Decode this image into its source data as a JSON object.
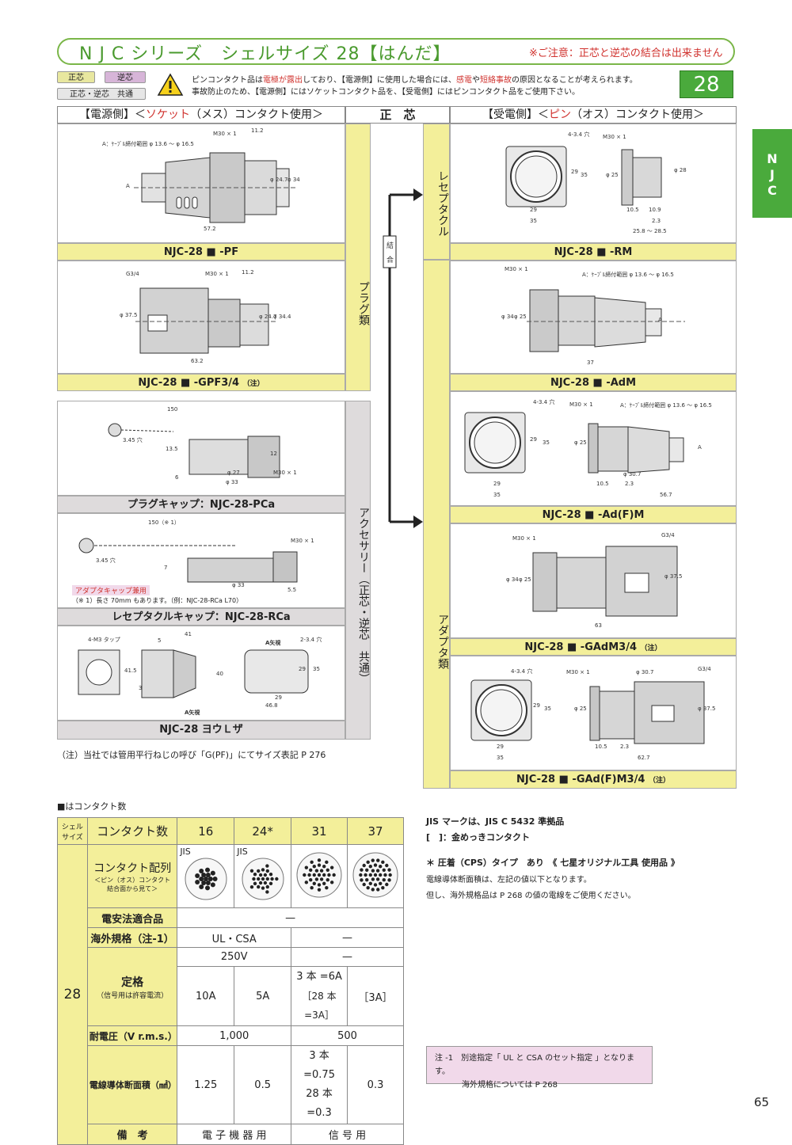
{
  "header": {
    "title": "N J C シリーズ　シェルサイズ 28【はんだ】",
    "notice": "※ご注意：正芯と逆芯の結合は出来ません",
    "size_badge": "28",
    "side_tab": "N J C"
  },
  "legend": {
    "normal": "正芯",
    "reverse": "逆芯",
    "common": "正芯・逆芯　共通"
  },
  "warning": {
    "line1_a": "ピンコンタクト品は",
    "line1_b": "電極が露出",
    "line1_c": "しており、【電源側】に使用した場合には、",
    "line1_d": "感電",
    "line1_e": "や",
    "line1_f": "短絡事故",
    "line1_g": "の原因となることが考えられます。",
    "line2": "事故防止のため、【電源側】にはソケットコンタクト品を、【受電側】にはピンコンタクト品をご使用下さい。"
  },
  "columns": {
    "left": "【電源側】＜ソケット（メス）コンタクト使用＞",
    "left_a": "【電源側】＜",
    "left_b": "ソケット",
    "left_c": "（メス）コンタクト使用＞",
    "center": "正　芯",
    "right_a": "【受電側】＜",
    "right_b": "ピン",
    "right_c": "（オス）コンタクト使用＞"
  },
  "vertical_labels": {
    "plug": "プラグ類",
    "receptacle": "レセプタクル",
    "adapter": "アダプタ類",
    "accessory": "アクセサリー（正芯・逆芯　共通）",
    "mating": "結合"
  },
  "parts": {
    "pf": "NJC-28 ■ -PF",
    "gpf": "NJC-28 ■ -GPF3/4",
    "gpf_note": "（注）",
    "plug_cap": "プラグキャップ：NJC-28-PCa",
    "recept_cap": "レセプタクルキャップ：NJC-28-RCa",
    "yoke": "NJC-28 ヨウＬザ",
    "rm": "NJC-28 ■ -RM",
    "adm": "NJC-28 ■ -AdM",
    "adfm": "NJC-28 ■ -Ad(F)M",
    "gadm": "NJC-28 ■ -GAdM3/4",
    "gadm_note": "（注）",
    "gadfm": "NJC-28 ■ -GAd(F)M3/4",
    "gadfm_note": "（注）"
  },
  "dims": {
    "a_range": "A：ｹｰﾌﾞﾙ締付範囲 φ 13.6 〜 φ 16.5",
    "m30": "M30 × 1",
    "d112": "11.2",
    "d572": "57.2",
    "d632": "63.2",
    "g34": "G3/4",
    "phi375": "φ 37.5",
    "phi247": "φ 24.7",
    "phi34": "φ 34",
    "phi344": "φ 34.4",
    "a": "A",
    "h434": "4-3.4 穴",
    "d29": "29",
    "d35": "35",
    "phi25": "φ 25",
    "phi28": "φ 28",
    "d105": "10.5",
    "d109": "10.9",
    "d23": "2.3",
    "d258": "25.8 〜 28.5",
    "d37": "37",
    "d567": "56.7",
    "phi307": "φ 30.7",
    "d63": "63",
    "d627": "62.7",
    "d150": "150",
    "h345": "3.45 穴",
    "d135": "13.5",
    "d12": "12",
    "phi27": "φ 27",
    "phi33": "φ 33",
    "d6": "6",
    "d150n": "150（※ 1）",
    "d7": "7",
    "d55": "5.5",
    "adapter_cap": "アダプタキャップ兼用",
    "cap_note": "（※ 1）長さ 70mm もあります。（例：NJC-28-RCa L70）",
    "m3": "4-M3 タップ",
    "d41": "41",
    "d5": "5",
    "d415": "41.5",
    "d40": "40",
    "d3": "3",
    "a_view": "A矢視",
    "h234": "2-3.4 穴",
    "d468": "46.8"
  },
  "footnote": "（注）当社では管用平行ねじの呼び「G(PF)」にてサイズ表記 P 276",
  "contact_title": "■はコンタクト数",
  "spec_table": {
    "shell_size": "シェル サイズ",
    "contact_count": "コンタクト数",
    "counts": [
      "16",
      "24*",
      "31",
      "37"
    ],
    "size": "28",
    "arrangement": "コンタクト配列",
    "arrangement_sub1": "＜ピン（オス）コンタクト",
    "arrangement_sub2": "結合面から見て＞",
    "jis": "JIS",
    "elec_law": "電安法適合品",
    "elec_law_val": "—",
    "overseas": "海外規格（注-1）",
    "overseas_a": "UL・CSA",
    "overseas_b": "—",
    "rating": "定格",
    "rating_sub": "（信号用は許容電流）",
    "v250": "250V",
    "v_dash": "—",
    "a10": "10A",
    "a5": "5A",
    "a6": "3 本 =6A",
    "a3b": "［28 本 =3A］",
    "a3": "［3A］",
    "withstand": "耐電圧（V r.m.s.）",
    "w1000": "1,000",
    "w500": "500",
    "wire": "電線導体断面積（㎟）",
    "w125": "1.25",
    "w05": "0.5",
    "w075": "3 本 =0.75",
    "w03b": "28 本 =0.3",
    "w03": "0.3",
    "remarks": "備　考",
    "r_elec": "電 子 機 器 用",
    "r_sig": "信 号 用"
  },
  "notes": {
    "jis": "JIS マークは、JIS C 5432 準拠品",
    "gold": "[　]：金めっきコンタクト",
    "crimp": "＊ 圧着（CPS）タイプ　あり　《 七星オリジナル工具 使用品 》",
    "area1": "電線導体断面積は、左記の値以下となります。",
    "area2": "但し、海外規格品は P 268 の値の電線をご使用ください。"
  },
  "note1": {
    "line1": "注 -1　別途指定「 UL と CSA のセット指定 」となります。",
    "line2": "海外規格については P 268"
  },
  "page": "65"
}
